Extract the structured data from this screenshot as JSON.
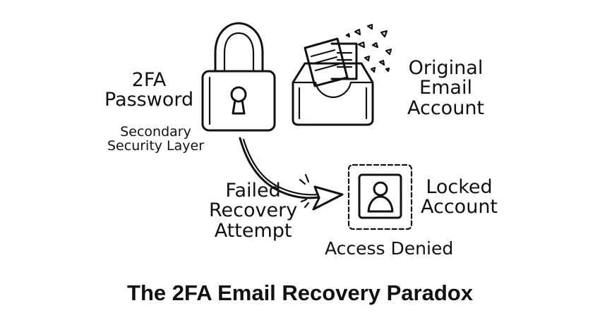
{
  "labels": {
    "password_title": "2FA\nPassword",
    "password_sub": "Secondary\nSecurity Layer",
    "email_label": "Original\nEmail\nAccount",
    "failed_label": "Failed\nRecovery\nAttempt",
    "locked_label": "Locked\nAccount",
    "denied_label": "Access Denied"
  },
  "title": "The 2FA Email Recovery Paradox",
  "icons": [
    "padlock-icon",
    "email-inbox-icon",
    "curved-arrow-icon",
    "locked-user-icon"
  ],
  "colors": {
    "ink": "#111111",
    "background": "#ffffff"
  }
}
